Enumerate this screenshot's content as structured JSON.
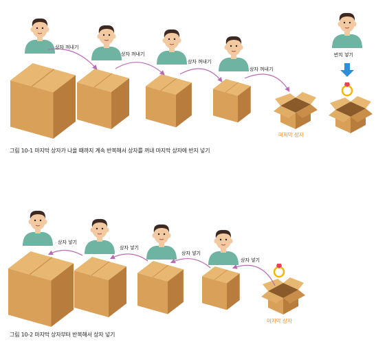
{
  "figure1": {
    "labels": [
      "상자 꺼내기",
      "상자 꺼내기",
      "상자 꺼내기",
      "상자 꺼내기"
    ],
    "final_box_label": "마지막 상자",
    "ring_label": "반지 넣기",
    "caption": "그림 10-1 마지막 상자가 나올 때까지 계속 반복해서 상자를 꺼내 마지막 상자에 반지 넣기"
  },
  "figure2": {
    "labels": [
      "상자 넣기",
      "상자 넣기",
      "상자 넣기",
      "상자 넣기"
    ],
    "final_box_label": "마지막 상자",
    "caption": "그림 10-2 마지막 상자부터 반복해서 상자 넣기"
  },
  "colors": {
    "box": "#d9a05a",
    "box_dark": "#b87c3c",
    "box_top": "#e8b872",
    "shirt": "#6fb3a2",
    "skin": "#f3c9a2",
    "hair": "#3c2a22",
    "arrow": "#b96ab4",
    "blue_arrow": "#2f8fd6",
    "ring": "#f2b705",
    "gem": "#e8415a",
    "final_label": "#f08a24"
  }
}
